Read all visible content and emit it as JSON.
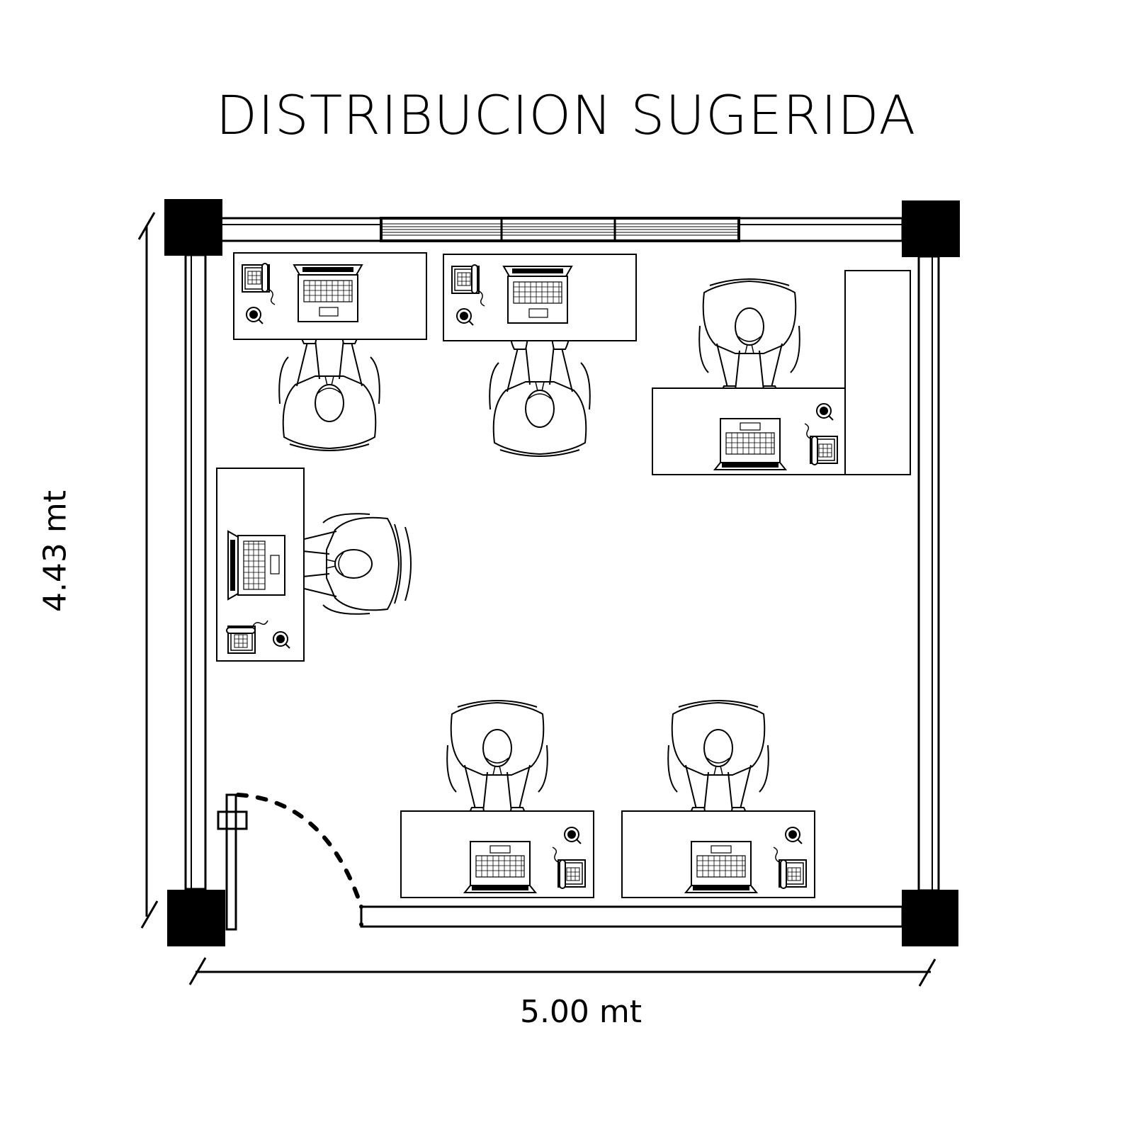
{
  "title": "DISTRIBUCION SUGERIDA",
  "dimensions": {
    "width_label": "5.00 mt",
    "height_label": "4.43 mt"
  },
  "workstations": [
    {
      "name": "desk-top-left",
      "items": [
        "laptop",
        "telephone",
        "coffee-cup"
      ],
      "occupied": true
    },
    {
      "name": "desk-top-center",
      "items": [
        "laptop",
        "telephone",
        "coffee-cup"
      ],
      "occupied": true
    },
    {
      "name": "desk-top-right",
      "items": [
        "laptop",
        "telephone",
        "coffee-cup"
      ],
      "occupied": true
    },
    {
      "name": "desk-left",
      "items": [
        "laptop",
        "telephone",
        "coffee-cup"
      ],
      "occupied": true
    },
    {
      "name": "desk-bottom-center",
      "items": [
        "laptop",
        "telephone",
        "coffee-cup"
      ],
      "occupied": true
    },
    {
      "name": "desk-bottom-right",
      "items": [
        "laptop",
        "telephone",
        "coffee-cup"
      ],
      "occupied": true
    }
  ],
  "colors": {
    "ink": "#000000",
    "paper": "#ffffff"
  }
}
